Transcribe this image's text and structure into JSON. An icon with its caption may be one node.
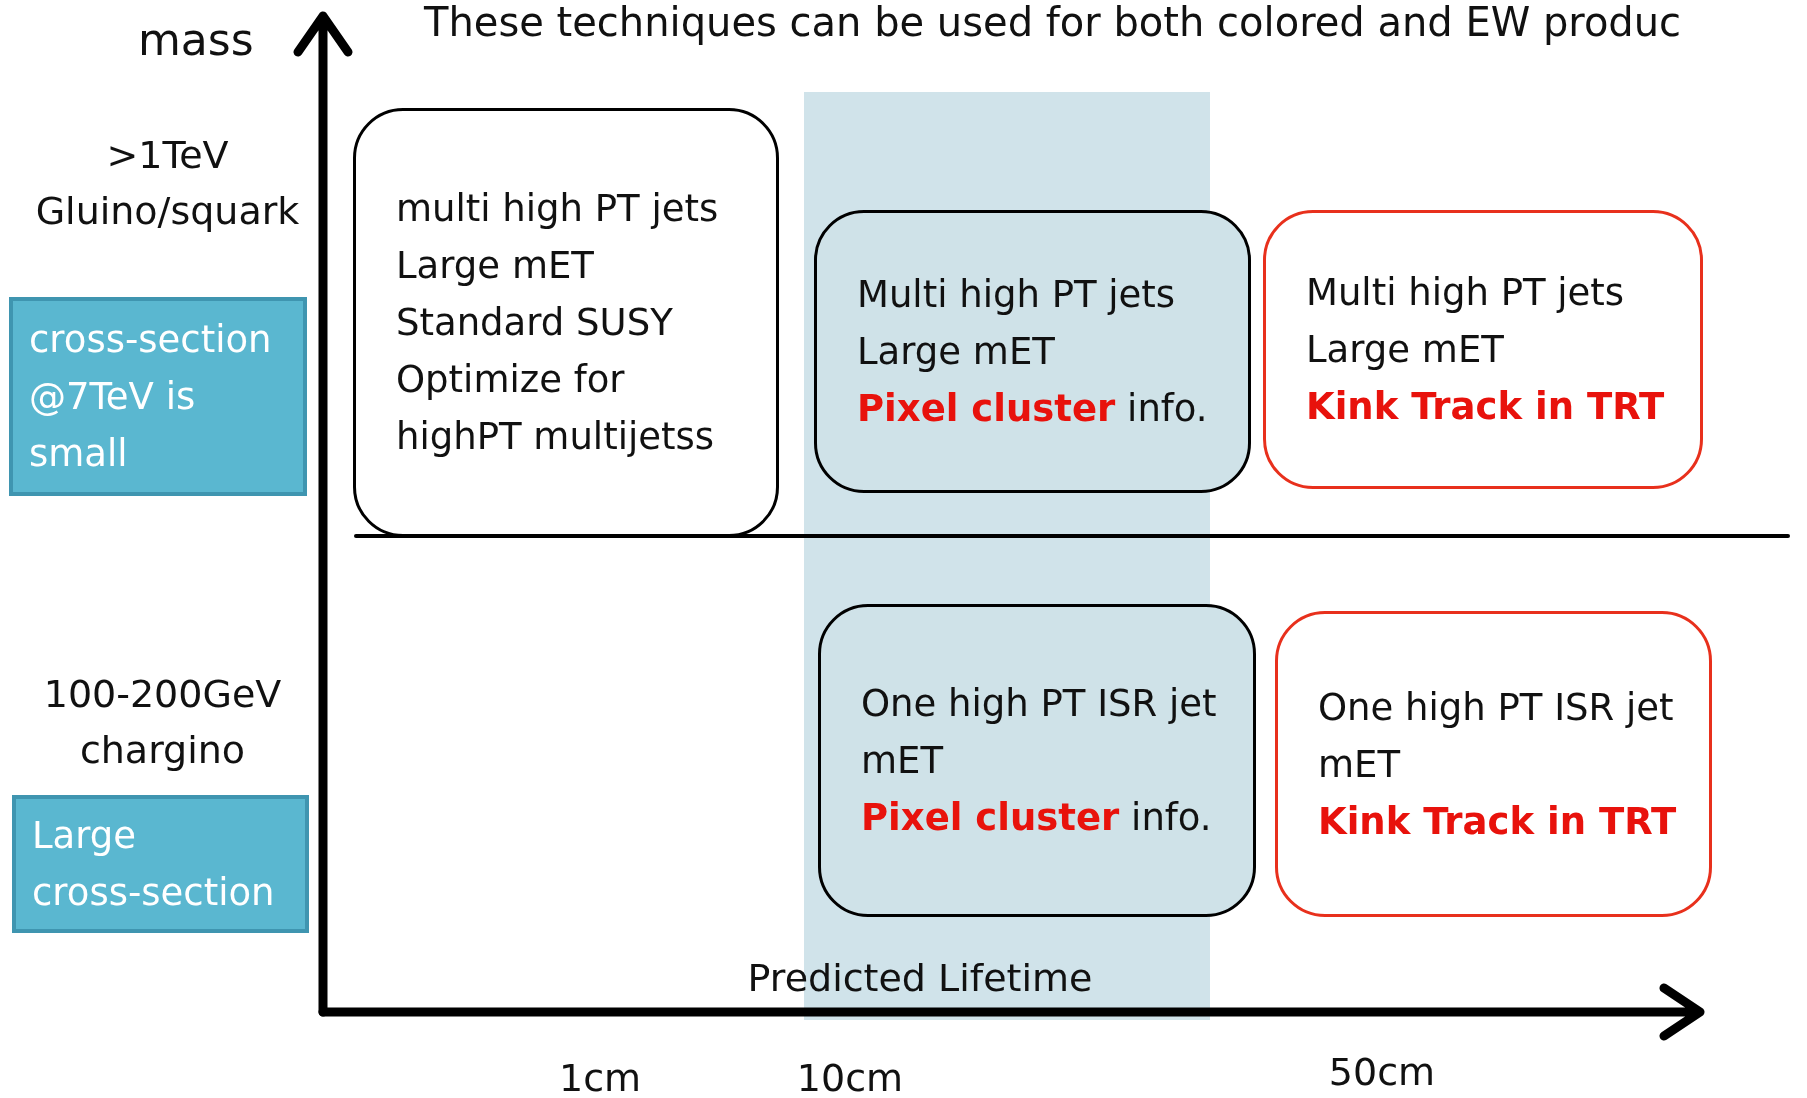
{
  "diagram": {
    "title": "These techniques  can be used  for both colored and EW produc",
    "nodes": [
      {
        "text": [
          "multi high PT jets",
          "Large mET",
          "Standard SUSY",
          "Optimize for highPT multijetss"
        ]
      },
      {
        "text": [
          "Multi high PT jets",
          "Large mET",
          "**Pixel cluster** info."
        ]
      },
      {
        "text": [
          "Multi high PT jets",
          "Large mET",
          "**Kink Track in TRT**"
        ]
      },
      {
        "text": [
          "cross-section @7TeV is small"
        ]
      },
      {
        "text": [
          "One high PT ISR jet",
          "mET",
          "**Pixel cluster** info."
        ]
      },
      {
        "text": [
          "One high PT ISR jet",
          "mET",
          "**Kink Track in TRT**"
        ]
      },
      {
        "text": [
          "Large cross-section"
        ]
      }
    ],
    "labels": [
      "mass",
      ">1TeV Gluino/squark",
      "100-200GeV chargino",
      "Predicted Lifetime",
      "1cm",
      "10cm",
      "50cm"
    ]
  }
}
